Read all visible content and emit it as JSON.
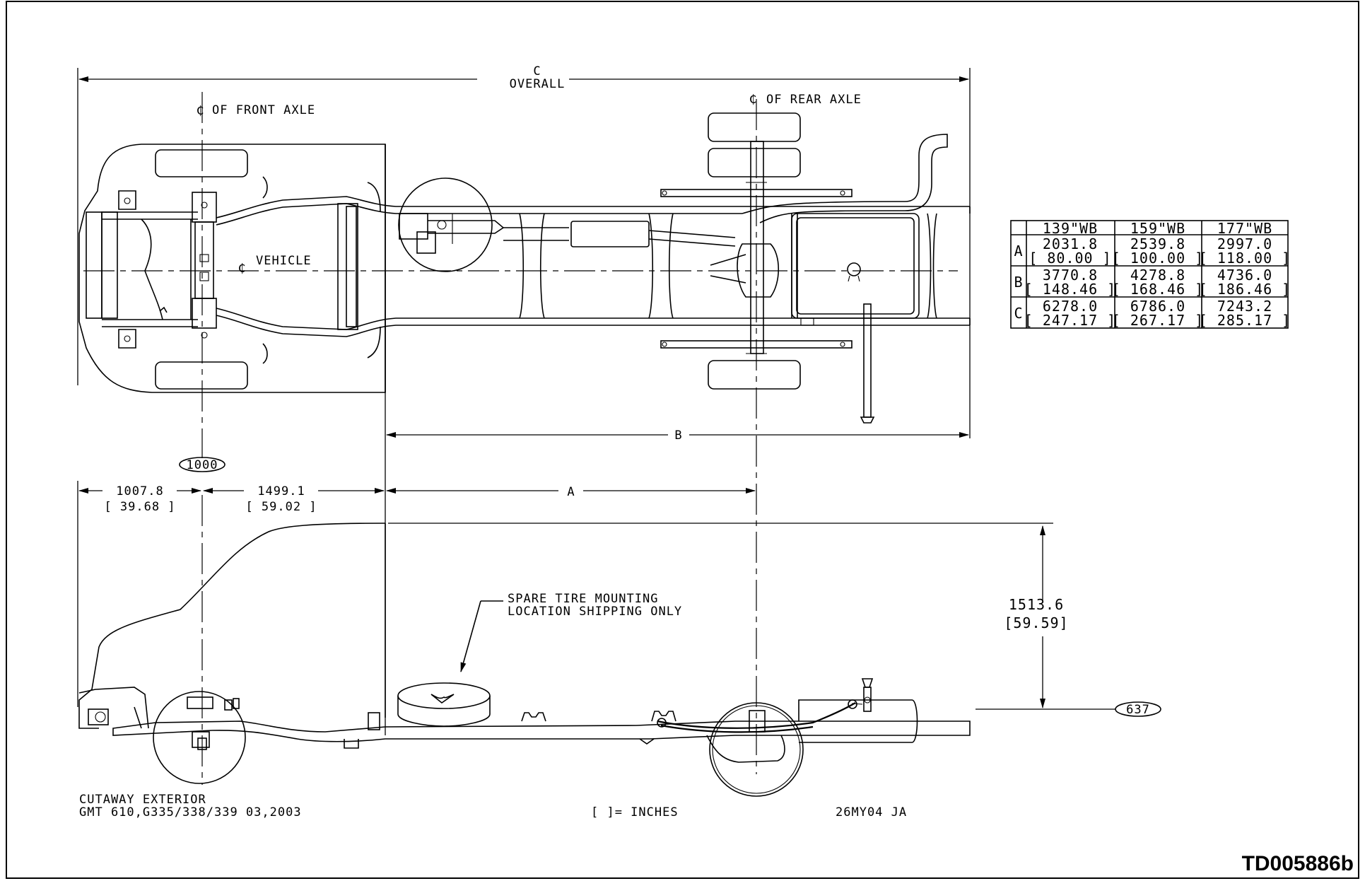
{
  "drawing": {
    "labels": {
      "overall_letter": "C",
      "overall_word": "OVERALL",
      "front_axle": "OF FRONT AXLE",
      "rear_axle": "OF REAR AXLE",
      "vehicle": "VEHICLE",
      "dim_b": "B",
      "dim_a": "A",
      "spare_tire_line1": "SPARE TIRE MOUNTING",
      "spare_tire_line2": "LOCATION SHIPPING ONLY"
    },
    "dimensions": {
      "front_overhang_mm": "1007.8",
      "front_overhang_in": "[ 39.68 ]",
      "axle_to_cab_mm": "1499.1",
      "axle_to_cab_in": "[ 59.02 ]",
      "height_mm": "1513.6",
      "height_in": "[59.59]"
    },
    "reference_tags": {
      "front_datum": "1000",
      "ground_datum": "637"
    },
    "table": {
      "columns": [
        "139\"WB",
        "159\"WB",
        "177\"WB"
      ],
      "rows": [
        {
          "key": "A",
          "mm": [
            "2031.8",
            "2539.8",
            "2997.0"
          ],
          "in": [
            "[ 80.00 ]",
            "[ 100.00 ]",
            "[ 118.00 ]"
          ]
        },
        {
          "key": "B",
          "mm": [
            "3770.8",
            "4278.8",
            "4736.0"
          ],
          "in": [
            "[ 148.46 ]",
            "[ 168.46 ]",
            "[ 186.46 ]"
          ]
        },
        {
          "key": "C",
          "mm": [
            "6278.0",
            "6786.0",
            "7243.2"
          ],
          "in": [
            "[ 247.17 ]",
            "[ 267.17 ]",
            "[ 285.17 ]"
          ]
        }
      ]
    },
    "title_block": {
      "line1": "CUTAWAY EXTERIOR",
      "line2": "GMT 610,G335/338/339 03,2003",
      "units_note": "[ ]= INCHES",
      "date_code": "26MY04 JA"
    },
    "figure_id": "TD005886b"
  }
}
